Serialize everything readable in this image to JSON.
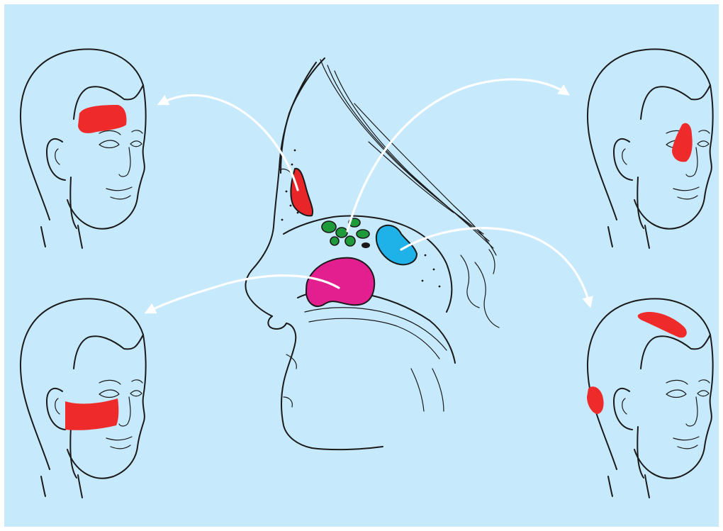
{
  "figure": {
    "background_color": "#c6e9fb",
    "frame_color": "#ffffff",
    "pain_color": "#ee2a2a",
    "arrow_color": "#ffffff",
    "line_color": "#1a1a1a"
  },
  "sinuses": [
    {
      "id": "frontal",
      "color": "#e8262a",
      "pain_location": "forehead",
      "target_head": "top-left"
    },
    {
      "id": "ethmoid",
      "color": "#1e9a3a",
      "pain_location": "between-the-eyes",
      "target_head": "top-right"
    },
    {
      "id": "sphenoid",
      "color": "#1fb2e8",
      "pain_location": "top-and-back-of-head",
      "target_head": "bottom-right"
    },
    {
      "id": "maxillary",
      "color": "#e31e8f",
      "pain_location": "cheek",
      "target_head": "bottom-left"
    }
  ]
}
